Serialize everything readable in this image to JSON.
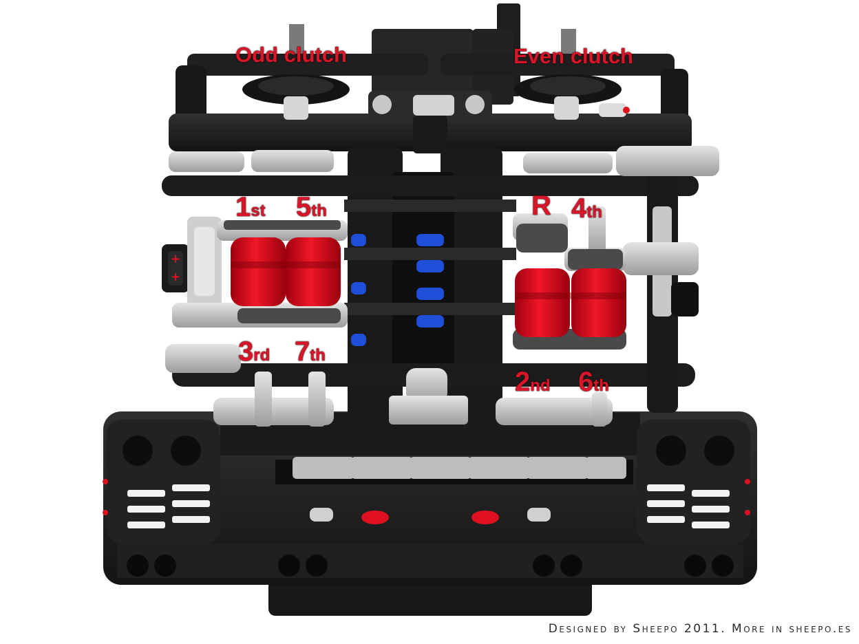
{
  "colors": {
    "label": "#d8162a",
    "frame": "#1c1c1c",
    "frame_light": "#2c2c2c",
    "gear_gray": "#c8c8c8",
    "clutch_red": "#e0101e",
    "pin_blue": "#1f4fd8",
    "background": "#ffffff"
  },
  "labels": {
    "odd_clutch": "Odd clutch",
    "even_clutch": "Even clutch",
    "gears": {
      "first": {
        "num": "1",
        "suffix": "st"
      },
      "fifth": {
        "num": "5",
        "suffix": "th"
      },
      "third": {
        "num": "3",
        "suffix": "rd"
      },
      "seventh": {
        "num": "7",
        "suffix": "th"
      },
      "reverse": {
        "num": "R",
        "suffix": ""
      },
      "fourth": {
        "num": "4",
        "suffix": "th"
      },
      "second": {
        "num": "2",
        "suffix": "nd"
      },
      "sixth": {
        "num": "6",
        "suffix": "th"
      }
    }
  },
  "credit": "Designed by Sheepo 2011. More in sheepo.es"
}
